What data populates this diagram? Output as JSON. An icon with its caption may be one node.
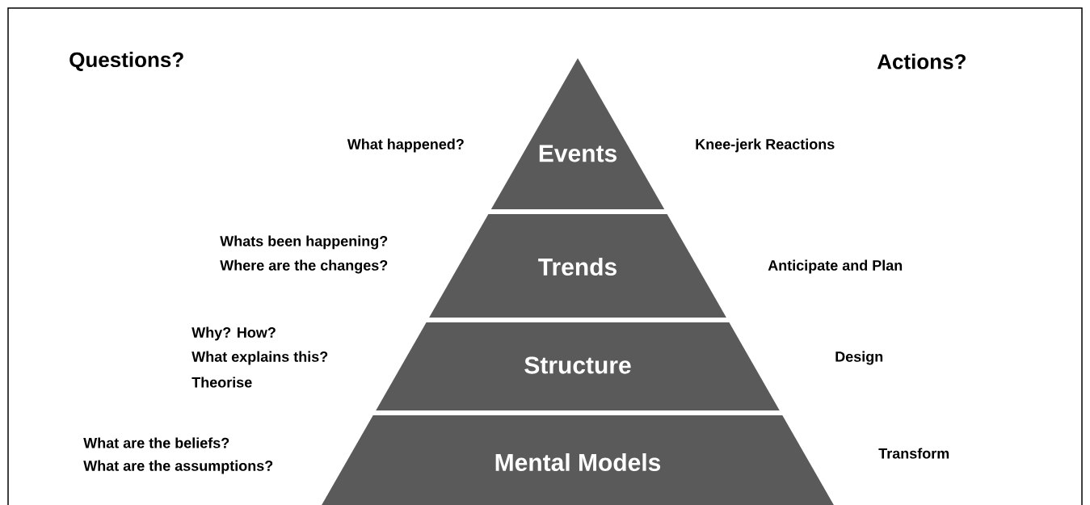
{
  "diagram": {
    "nodes": [
      {
        "text": [
          "Events"
        ],
        "beside": [
          "What happened?",
          "Knee-jerk Reactions"
        ]
      },
      {
        "text": [
          "Trends"
        ],
        "beside": [
          "Whats been happening?",
          "Where are the changes?",
          "Anticipate and Plan"
        ]
      },
      {
        "text": [
          "Structure"
        ],
        "beside": [
          "Why? How?",
          "What explains this?",
          "Theorise",
          "Design"
        ]
      },
      {
        "text": [
          "Mental Models"
        ],
        "beside": [
          "What are the beliefs?",
          "What are the assumptions?",
          "Transform"
        ]
      }
    ],
    "labels": [
      "Questions?",
      "Actions?"
    ]
  }
}
